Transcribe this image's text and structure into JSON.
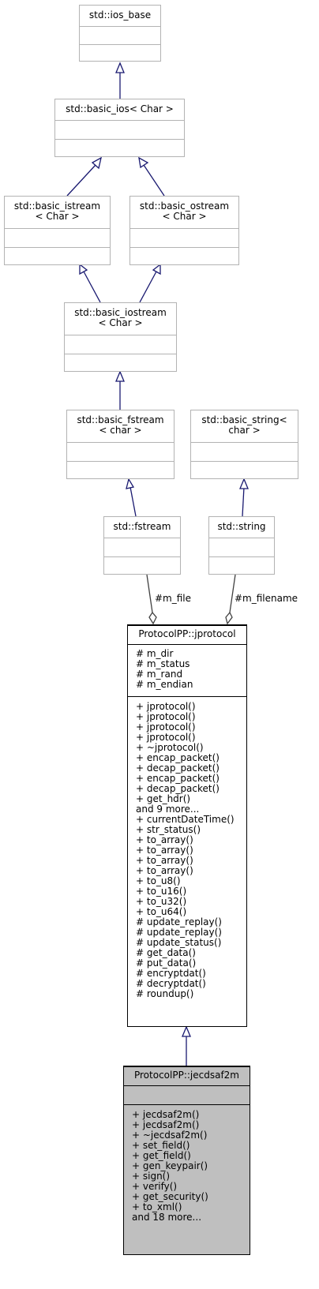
{
  "classes": {
    "ios_base": {
      "title": [
        "std::ios_base"
      ]
    },
    "basic_ios": {
      "title": [
        "std::basic_ios< Char >"
      ]
    },
    "basic_istream": {
      "title": [
        "std::basic_istream",
        "< Char >"
      ]
    },
    "basic_ostream": {
      "title": [
        "std::basic_ostream",
        "< Char >"
      ]
    },
    "basic_iostream": {
      "title": [
        "std::basic_iostream",
        "< Char >"
      ]
    },
    "basic_fstream": {
      "title": [
        "std::basic_fstream",
        "< char >"
      ]
    },
    "basic_string": {
      "title": [
        "std::basic_string<",
        "char >"
      ]
    },
    "fstream": {
      "title": [
        "std::fstream"
      ]
    },
    "string": {
      "title": [
        "std::string"
      ]
    },
    "jprotocol": {
      "title": [
        "ProtocolPP::jprotocol"
      ],
      "attributes": [
        "# m_dir",
        "# m_status",
        "# m_rand",
        "# m_endian"
      ],
      "methods": [
        "+ jprotocol()",
        "+ jprotocol()",
        "+ jprotocol()",
        "+ jprotocol()",
        "+ ~jprotocol()",
        "+ encap_packet()",
        "+ decap_packet()",
        "+ encap_packet()",
        "+ decap_packet()",
        "+ get_hdr()",
        "and 9 more...",
        "+ currentDateTime()",
        "+ str_status()",
        "+ to_array()",
        "+ to_array()",
        "+ to_array()",
        "+ to_array()",
        "+ to_u8()",
        "+ to_u16()",
        "+ to_u32()",
        "+ to_u64()",
        "# update_replay()",
        "# update_replay()",
        "# update_status()",
        "# get_data()",
        "# put_data()",
        "# encryptdat()",
        "# decryptdat()",
        "# roundup()"
      ]
    },
    "jecdsaf2m": {
      "title": [
        "ProtocolPP::jecdsaf2m"
      ],
      "attributes": [],
      "methods": [
        "+ jecdsaf2m()",
        "+ jecdsaf2m()",
        "+ ~jecdsaf2m()",
        "+ set_field()",
        "+ get_field()",
        "+ gen_keypair()",
        "+ sign()",
        "+ verify()",
        "+ get_security()",
        "+ to_xml()",
        "and 18 more..."
      ]
    }
  },
  "relations": {
    "m_file_label": "#m_file",
    "m_filename_label": "#m_filename"
  },
  "colors": {
    "inheritance_edge": "#191970",
    "composition_edge": "#404040",
    "box_border_grey": "#b3b3b3",
    "focus_fill": "#bfbfbf"
  }
}
